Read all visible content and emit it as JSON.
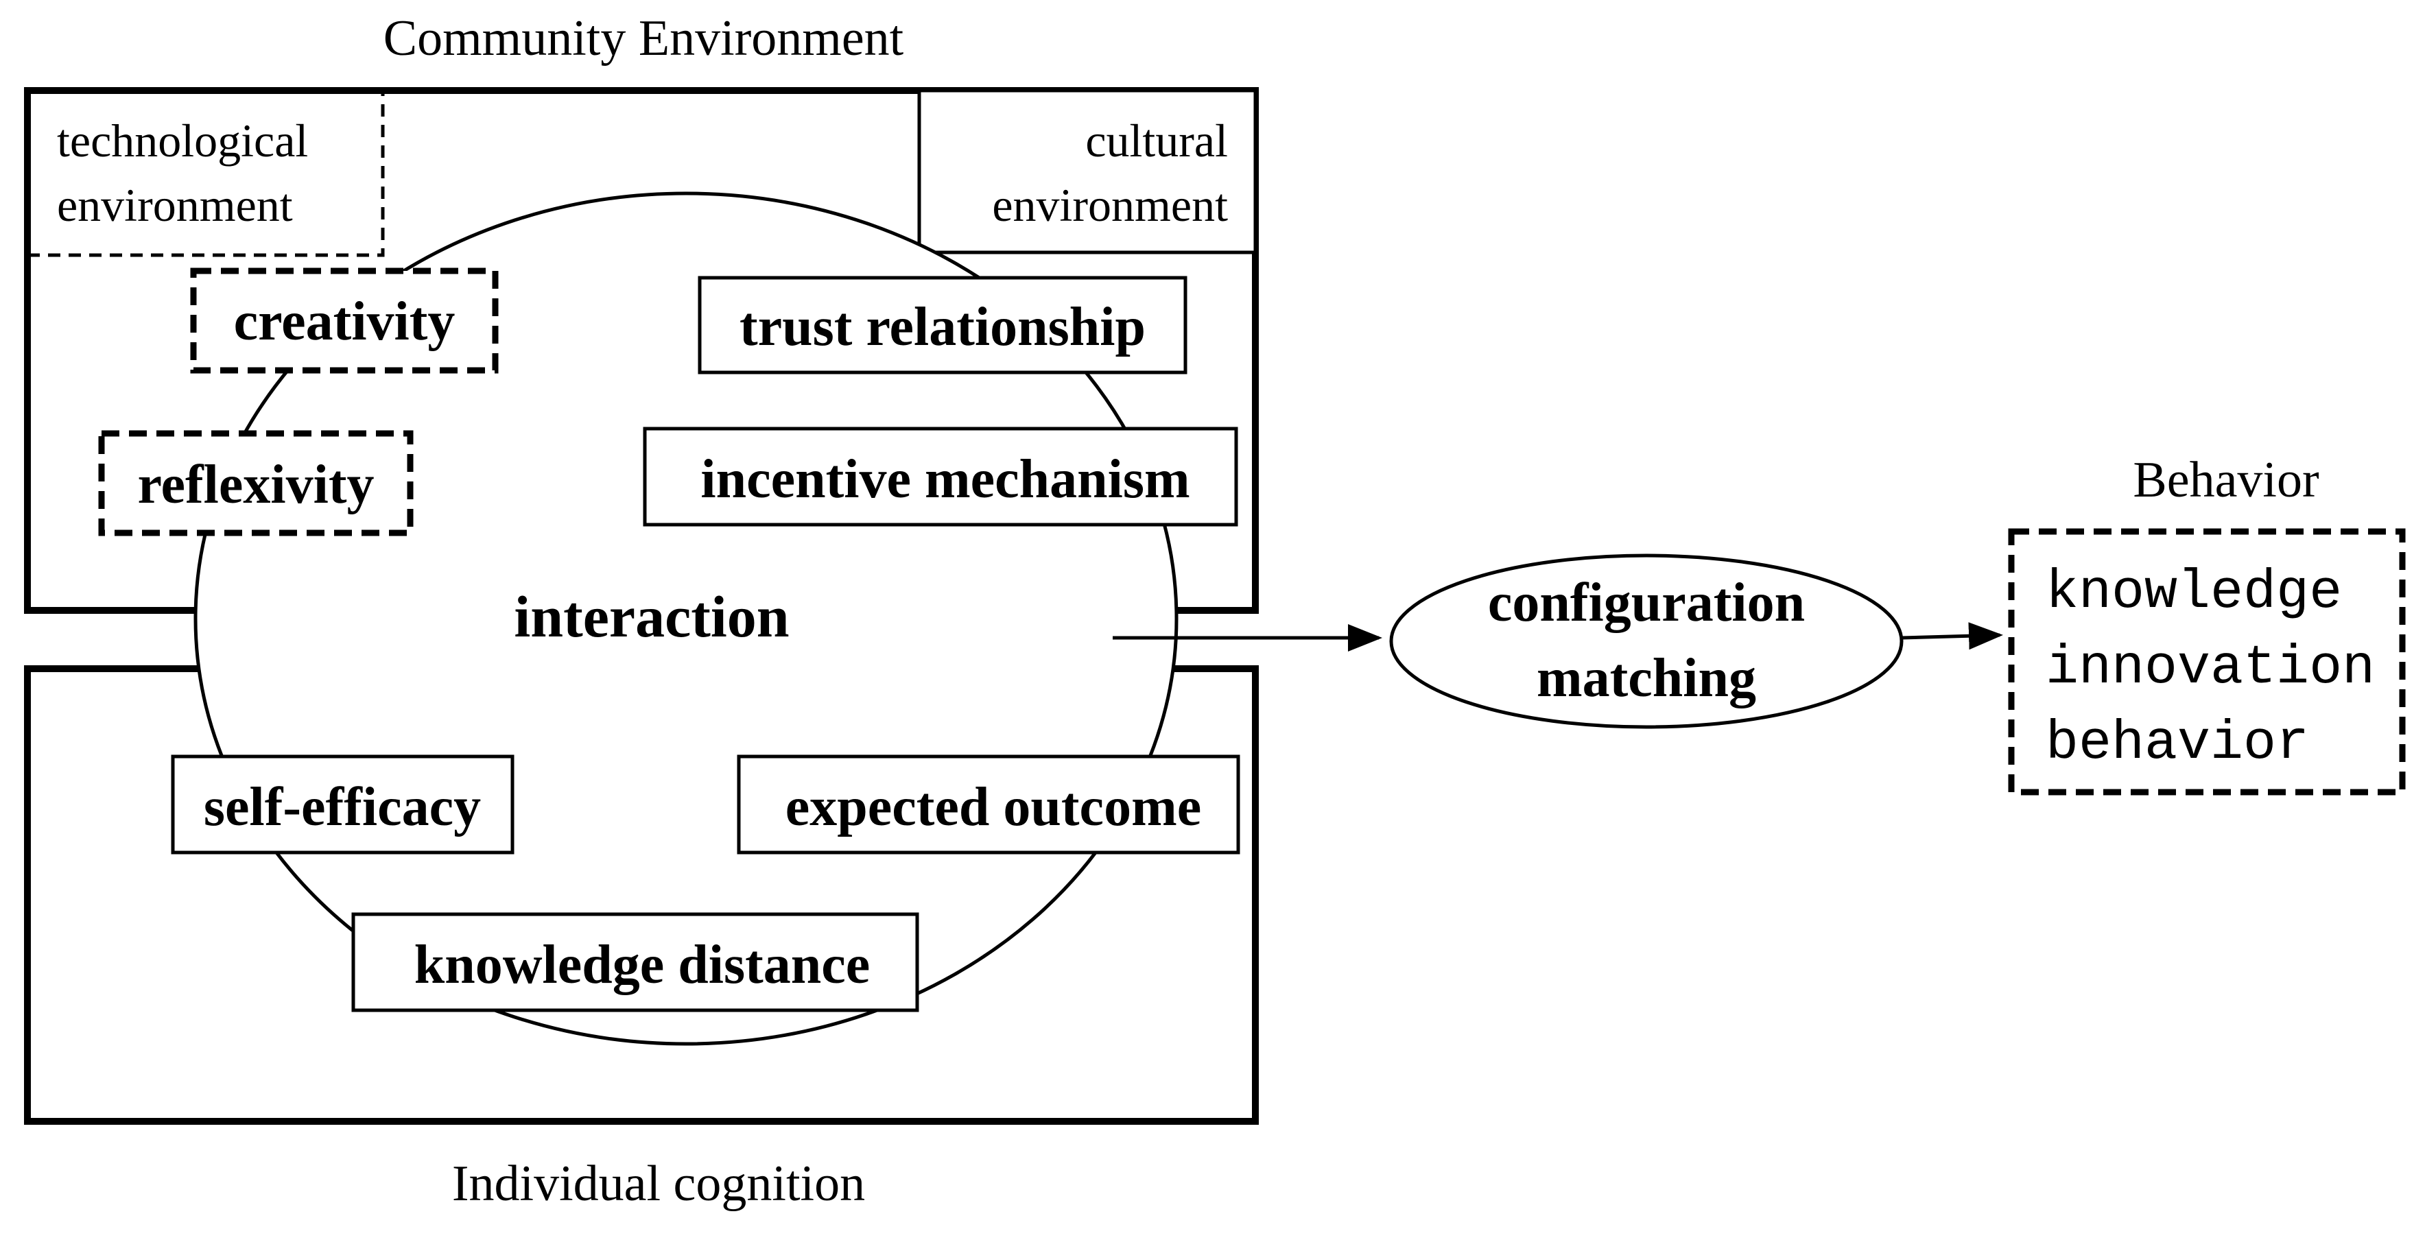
{
  "titles": {
    "community_environment": "Community Environment",
    "individual_cognition": "Individual cognition",
    "behavior": "Behavior"
  },
  "corners": {
    "technological_line1": "technological",
    "technological_line2": "environment",
    "cultural_line1": "cultural",
    "cultural_line2": "environment"
  },
  "factors": {
    "creativity": "creativity",
    "reflexivity": "reflexivity",
    "trust_relationship": "trust relationship",
    "incentive_mechanism": "incentive mechanism",
    "interaction": "interaction",
    "self_efficacy": "self-efficacy",
    "expected_outcome": "expected outcome",
    "knowledge_distance": "knowledge distance"
  },
  "configuration": {
    "line1": "configuration",
    "line2": "matching"
  },
  "outcome": {
    "line1": "knowledge",
    "line2": "innovation",
    "line3": "behavior"
  },
  "colors": {
    "stroke": "#000000",
    "background": "#ffffff",
    "text": "#000000"
  }
}
